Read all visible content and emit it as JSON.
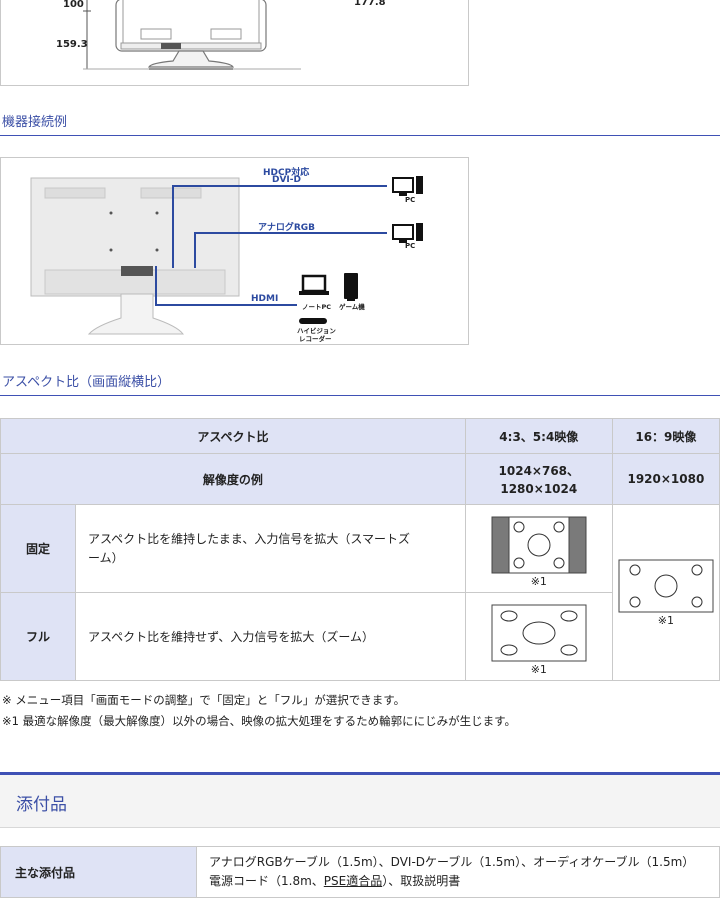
{
  "dimensions": {
    "label_100": "100",
    "label_159": "159.3",
    "label_177": "177.8"
  },
  "connection": {
    "title": "機器接続例",
    "dvi_line1": "HDCP対応",
    "dvi_line2": "DVI-D",
    "analog": "アナログRGB",
    "hdmi": "HDMI",
    "pc1": "PC",
    "pc2": "PC",
    "notepc": "ノートPC",
    "game": "ゲーム機",
    "recorder_line1": "ハイビジョン",
    "recorder_line2": "レコーダー"
  },
  "aspect": {
    "title": "アスペクト比（画面縦横比）",
    "header_aspect": "アスペクト比",
    "header_43": "4:3、5:4映像",
    "header_169": "16：9映像",
    "res_label": "解像度の例",
    "res_43_line1": "1024×768、",
    "res_43_line2": "1280×1024",
    "res_169": "1920×1080",
    "fixed_label": "固定",
    "fixed_desc": "アスペクト比を維持したまま、入力信号を拡大（スマートズーム）",
    "full_label": "フル",
    "full_desc": "アスペクト比を維持せず、入力信号を拡大（ズーム）",
    "mark": "※1",
    "note1": "※ メニュー項目「画面モードの調整」で「固定」と「フル」が選択できます。",
    "note2": "※1 最適な解像度（最大解像度）以外の場合、映像の拡大処理をするため輪郭ににじみが生じます。"
  },
  "accessories": {
    "title": "添付品",
    "label": "主な添付品",
    "line1": "アナログRGBケーブル（1.5m）、DVI-Dケーブル（1.5m）、オーディオケーブル（1.5m）",
    "line2_pre": "電源コード（1.8m、",
    "line2_link": "PSE適合品",
    "line2_post": "）、取扱説明書"
  },
  "colors": {
    "accent": "#3f51b5",
    "header_bg": "#dfe3f5",
    "cable": "#2c4aa0"
  }
}
